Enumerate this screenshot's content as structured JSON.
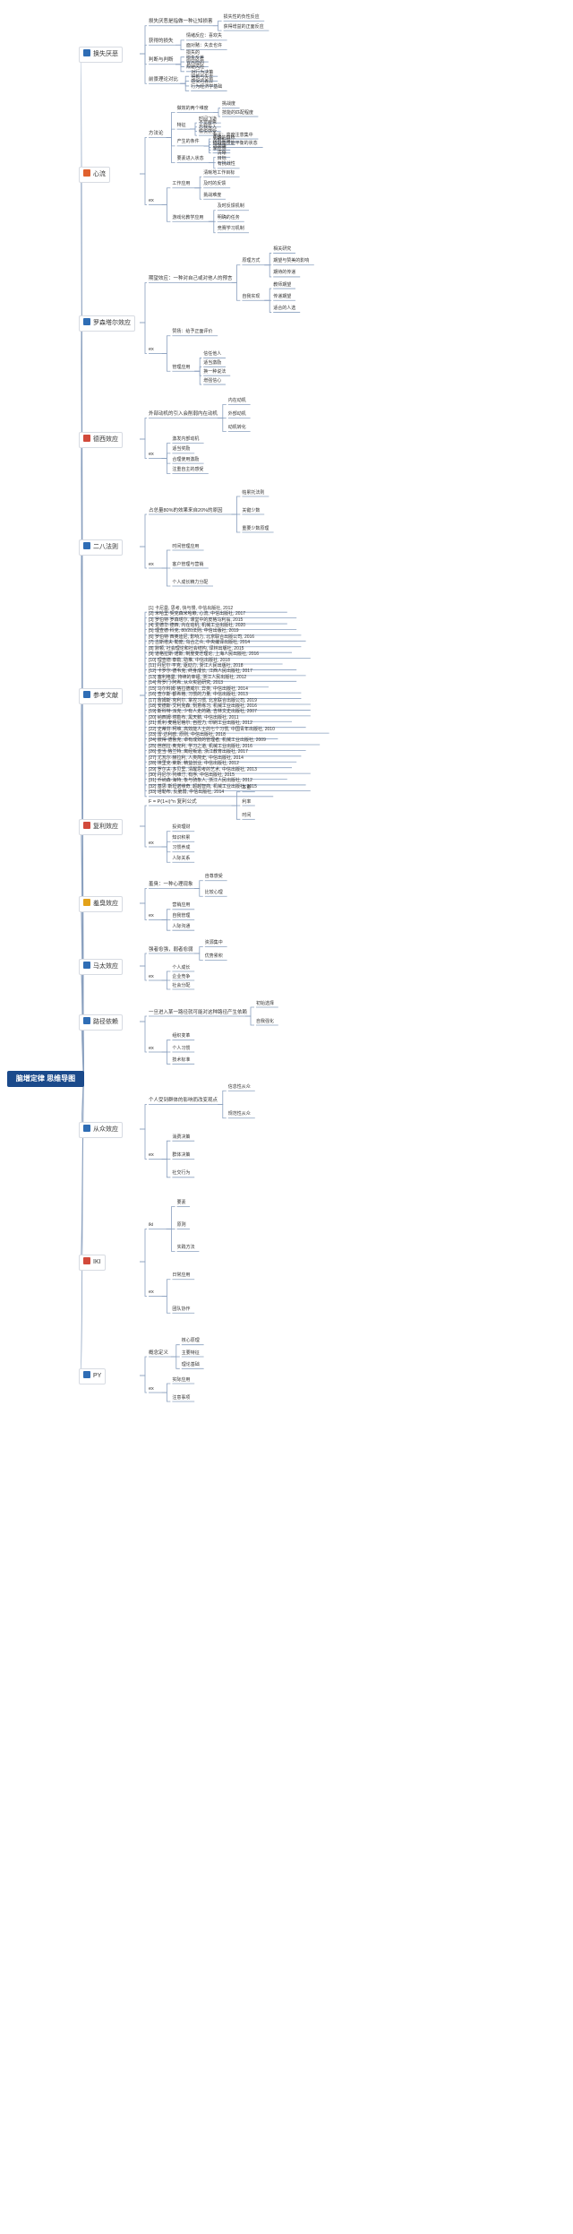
{
  "central": "脑增定律 思维导图",
  "branches": [
    {
      "id": "b1",
      "title": "换失厌恶",
      "icon_color": "#2f6db5"
    },
    {
      "id": "b2",
      "title": "心流",
      "icon_color": "#e0612e"
    },
    {
      "id": "b3",
      "title": "罗森塔尔效应",
      "icon_color": "#2f6db5"
    },
    {
      "id": "b4",
      "title": "德西效应",
      "icon_color": "#d24a3b"
    },
    {
      "id": "b5",
      "title": "二八法则",
      "icon_color": "#2f6db5"
    },
    {
      "id": "b6",
      "title": "参考文献",
      "icon_color": "#2f6db5"
    },
    {
      "id": "b7",
      "title": "复利效应",
      "icon_color": "#d24a3b"
    },
    {
      "id": "b8",
      "title": "羞臭效应",
      "icon_color": "#e3a21a"
    },
    {
      "id": "b9",
      "title": "马太效应",
      "icon_color": "#2f6db5"
    },
    {
      "id": "b10",
      "title": "路径依赖",
      "icon_color": "#2f6db5"
    },
    {
      "id": "b11",
      "title": "从众效应",
      "icon_color": "#2f6db5"
    },
    {
      "id": "b12",
      "title": "IKI",
      "icon_color": "#d24a3b"
    },
    {
      "id": "b13",
      "title": "PY",
      "icon_color": "#2f6db5"
    }
  ],
  "b1": {
    "a": "损失厌恶是指做一种让知损害",
    "a1": "损失性的负性反应",
    "a2": "获得增益的正面反应",
    "b": "获得的损失",
    "b1": "情绪反应：喜欢失",
    "b2": "面对赌：失去也许",
    "c": "判断与判断",
    "c1": "损失的",
    "c2": "损失反差",
    "c3": "冒风险的",
    "c4": "规避风险",
    "d": "前景理论对比",
    "d1": "对行为决策",
    "d2": "得到与失去",
    "d3": "感受的差异",
    "d4": "行为经济学基础"
  },
  "b2": {
    "a": "方法论",
    "a1": "做效的两个维度",
    "a1a": "挑战度",
    "a1b": "技能的匹配程度",
    "a2": "特征",
    "a2a": "时间飞逝",
    "a2b": "不觉疲惫",
    "a2c": "忘我投入",
    "a2d": "愉悦感受",
    "a3": "产生的条件",
    "a3a": "专注：高度注意集中",
    "a3b": "明确的目标",
    "a3c": "及时反馈",
    "a3d": "挑战与技能平衡的状态",
    "a3e": "沉浸感",
    "a3f": "掌控感",
    "a4": "要素进入状态",
    "a4a": "清晰",
    "a4b": "目标",
    "a4c": "有挑战性",
    "b": "ex",
    "b1": "工作应用",
    "b1a": "清晰地工作目标",
    "b1b": "及时的反馈",
    "b1c": "挑战难度",
    "b2": "游戏化教学应用",
    "b2a": "及时反馈机制",
    "b2b": "明确的任务",
    "b2c": "竞赛学习机制"
  },
  "b3": {
    "a": "期望效应：一种对自己或对他人的预言",
    "a1": "原理方式",
    "a1a": "相关研究",
    "a1b": "期望与赞美的影响",
    "a1c": "期待的传递",
    "a2": "自我实现",
    "a2a": "教师期望",
    "a2b": "传递期望",
    "a2c": "适合的人选",
    "b": "ex",
    "b1": "赞扬：给予正面评价",
    "b2": "管理应用",
    "b2a": "信任他人",
    "b2b": "适当激励",
    "b2c": "换一种说法",
    "b2d": "增强信心"
  },
  "b4": {
    "a": "外部动机的引入会削弱内在动机",
    "a1": "内在动机",
    "a2": "外部动机",
    "a3": "动机转化",
    "b": "ex",
    "b1": "激发内部动机",
    "b2": "适当奖励",
    "b3": "合理使用激励",
    "b4": "注重自主的感受"
  },
  "b5": {
    "a": "占总量80%的效果来自20%的原因",
    "a1": "帕累托法则",
    "a2": "关键少数",
    "a3": "重要少数原理",
    "b": "ex",
    "b1": "时间管理应用",
    "b2": "客户管理与营销",
    "b3": "个人成长精力分配"
  },
  "b6": {
    "refs": [
      "[1] 卡尼曼, 思考, 快与慢, 中信出版社, 2012",
      "[2] 米哈里·契克森米哈赖, 心流, 中信出版社, 2017",
      "[3] 罗伯特·罗森塔尔, 课堂中的皮格马利翁, 2015",
      "[4] 爱德华·德西, 内在动机, 机械工业出版社, 2020",
      "[5] 理查德·科克, 80/20法则, 中信出版社, 2019",
      "[6] 罗伯特·西奥迪尼, 影响力, 北京联合出版公司, 2016",
      "[7] 古斯塔夫·勒庞, 乌合之众, 中央编译出版社, 2014",
      "[8] 默顿, 社会理论和社会结构, 译林出版社, 2015",
      "[9] 道格拉斯·诺斯, 制度变迁理论, 上海人民出版社, 2016",
      "[10] 理查德·泰勒, 助推, 中信出版社, 2018",
      "[11] 丹尼尔·平克, 驱动力, 浙江人民出版社, 2018",
      "[12] 卡罗尔·德韦克, 终身成长, 江西人民出版社, 2017",
      "[13] 塞利格曼, 持续的幸福, 浙江人民出版社, 2012",
      "[14] 所罗门·阿希, 从众实验研究, 2013",
      "[15] 马尔科姆·格拉德威尔, 异类, 中信出版社, 2014",
      "[16] 查尔斯·都希格, 习惯的力量, 中信出版社, 2013",
      "[17] 詹姆斯·克利尔, 掌控习惯, 北京联合出版公司, 2019",
      "[18] 安德斯·艾利克森, 刻意练习, 机械工业出版社, 2016",
      "[19] 斯科特·派克, 少有人走的路, 吉林文史出版社, 2007",
      "[20] 纳西姆·塔勒布, 黑天鹅, 中信出版社, 2011",
      "[21] 凯利·麦格尼格尔, 自控力, 印刷工业出版社, 2012",
      "[22] 史蒂芬·柯维, 高效能人士的七个习惯, 中国青年出版社, 2010",
      "[23] 雷·达利欧, 原则, 中信出版社, 2018",
      "[24] 彼得·德鲁克, 卓有成效的管理者, 机械工业出版社, 2009",
      "[25] 芭芭拉·奥克利, 学习之道, 机械工业出版社, 2016",
      "[26] 亚当·格兰特, 离经叛道, 浙江教育出版社, 2017",
      "[27] 尤瓦尔·赫拉利, 人类简史, 中信出版社, 2014",
      "[28] 埃里克·莱斯, 精益创业, 中信出版社, 2012",
      "[29] 罗尔夫·多贝里, 清醒思考的艺术, 中信出版社, 2013",
      "[30] 丹尼尔·列维汀, 有序, 中信出版社, 2015",
      "[31] 乔纳森·海特, 象与骑象人, 浙江人民出版社, 2012",
      "[32] 基思·斯坦诺维奇, 超越智商, 机械工业出版社, 2015",
      "[33] 塔勒布, 反脆弱, 中信出版社, 2014"
    ]
  },
  "b7": {
    "a": "F = P(1+i)^n 复利公式",
    "a1": "本金",
    "a2": "利率",
    "a3": "时间",
    "b": "ex",
    "b1": "投资理财",
    "b2": "知识积累",
    "b3": "习惯养成",
    "b4": "人际关系"
  },
  "b8": {
    "a": "羞臭：一种心理现象",
    "a1": "自尊感受",
    "a2": "比较心理",
    "b": "ex",
    "b1": "营销应用",
    "b2": "自我管理",
    "b3": "人际沟通"
  },
  "b9": {
    "a": "强者愈强，弱者愈弱",
    "a1": "资源集中",
    "a2": "优势累积",
    "b": "ex",
    "b1": "个人成长",
    "b2": "企业竞争",
    "b3": "社会分配"
  },
  "b10": {
    "a": "一旦进入某一路径就可能对这种路径产生依赖",
    "a1": "初始选择",
    "a2": "自我强化",
    "b": "ex",
    "b1": "组织变革",
    "b2": "个人习惯",
    "b3": "技术标准"
  },
  "b11": {
    "a": "个人受到群体的影响而改变观点",
    "a1": "信息性从众",
    "a2": "规范性从众",
    "b": "ex",
    "b1": "消费决策",
    "b2": "群体决策",
    "b3": "社交行为"
  },
  "b12": {
    "a": "iki",
    "a1": "要素",
    "a2": "原则",
    "a3": "实践方法",
    "b": "ex",
    "b1": "日常应用",
    "b2": "团队协作"
  },
  "b13": {
    "a": "概念定义",
    "a1": "核心原理",
    "a2": "主要特征",
    "a3": "理论基础",
    "b": "ex",
    "b1": "实际应用",
    "b2": "注意事项"
  }
}
